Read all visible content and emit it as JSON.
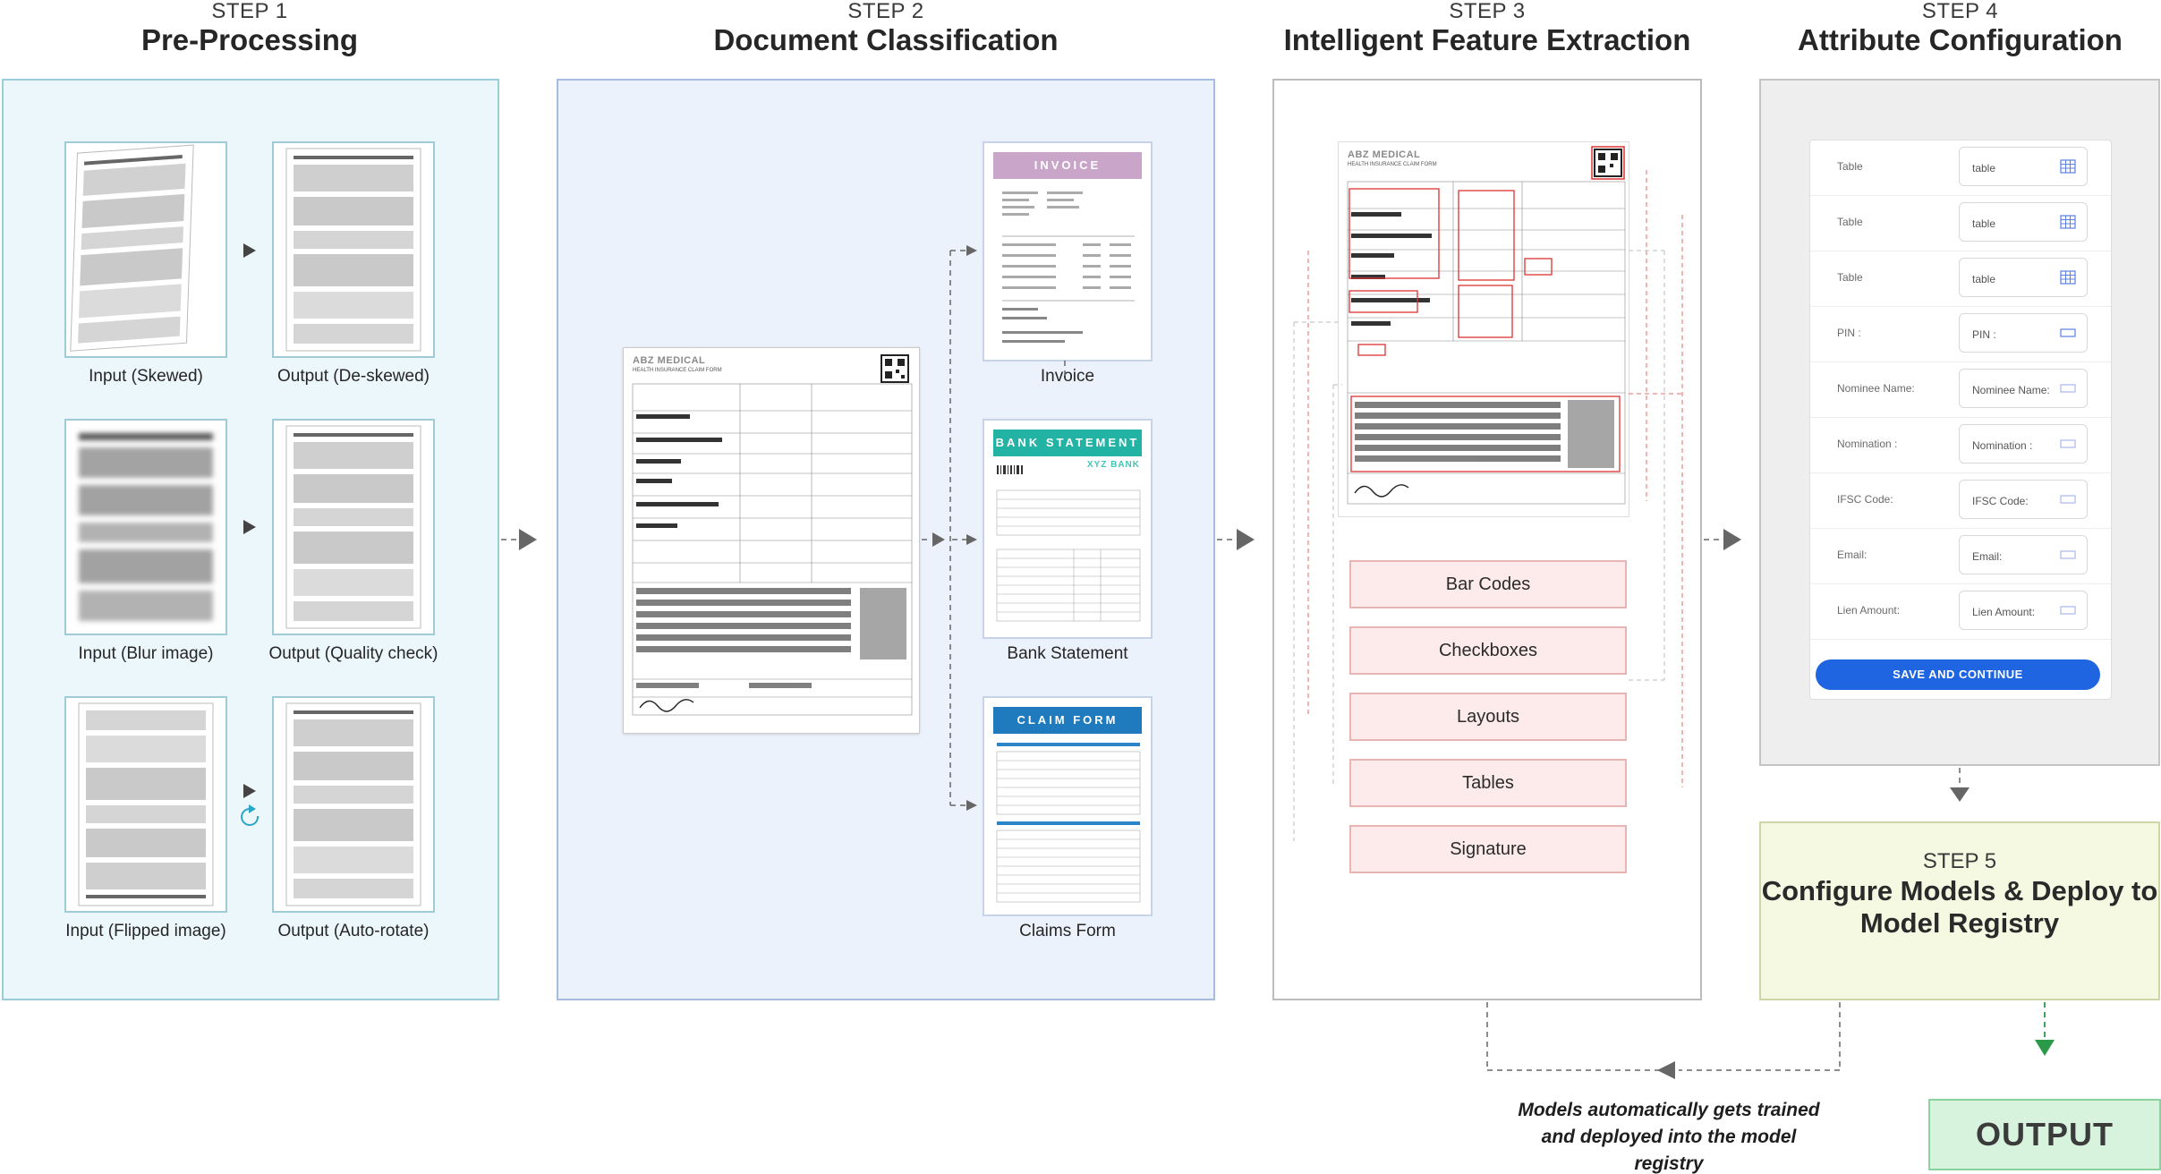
{
  "steps": [
    {
      "number": "STEP 1",
      "title": "Pre-Processing"
    },
    {
      "number": "STEP 2",
      "title": "Document Classification"
    },
    {
      "number": "STEP 3",
      "title": "Intelligent Feature Extraction"
    },
    {
      "number": "STEP 4",
      "title": "Attribute Configuration"
    },
    {
      "number": "STEP 5",
      "title": "Configure Models & Deploy to Model Registry"
    }
  ],
  "preprocessing": {
    "pairs": [
      {
        "input": "Input (Skewed)",
        "output": "Output (De-skewed)"
      },
      {
        "input": "Input (Blur image)",
        "output": "Output (Quality check)"
      },
      {
        "input": "Input (Flipped image)",
        "output": "Output (Auto-rotate)"
      }
    ]
  },
  "classification": {
    "form_brand": "ABZ MEDICAL",
    "form_subtitle": "HEALTH INSURANCE CLAIM FORM",
    "cards": [
      {
        "band": "INVOICE",
        "caption": "Invoice",
        "band_color": "#c9a6c9"
      },
      {
        "band": "BANK STATEMENT",
        "caption": "Bank Statement",
        "band_color": "#22b3a4",
        "sub": "XYZ BANK"
      },
      {
        "band": "CLAIM FORM",
        "caption": "Claims Form",
        "band_color": "#1f7bbd"
      }
    ]
  },
  "extraction": {
    "form_brand": "ABZ MEDICAL",
    "form_subtitle": "HEALTH INSURANCE CLAIM FORM",
    "features": [
      "Bar Codes",
      "Checkboxes",
      "Layouts",
      "Tables",
      "Signature"
    ]
  },
  "attributes": {
    "rows": [
      {
        "label": "Table",
        "value": "table",
        "icon": "table-icon"
      },
      {
        "label": "Table",
        "value": "table",
        "icon": "table-icon"
      },
      {
        "label": "Table",
        "value": "table",
        "icon": "table-icon"
      },
      {
        "label": "PIN :",
        "value": "PIN :",
        "icon": "field-icon"
      },
      {
        "label": "Nominee Name:",
        "value": "Nominee Name:",
        "icon": "field-icon"
      },
      {
        "label": "Nomination :",
        "value": "Nomination :",
        "icon": "field-icon"
      },
      {
        "label": "IFSC Code:",
        "value": "IFSC Code:",
        "icon": "field-icon"
      },
      {
        "label": "Email:",
        "value": "Email:",
        "icon": "field-icon"
      },
      {
        "label": "Lien Amount:",
        "value": "Lien Amount:",
        "icon": "field-icon"
      }
    ],
    "save_button": "SAVE AND CONTINUE",
    "accent_color": "#1f64e0"
  },
  "output": {
    "label": "OUTPUT",
    "note": "Models automatically gets trained and deployed into the model registry"
  }
}
